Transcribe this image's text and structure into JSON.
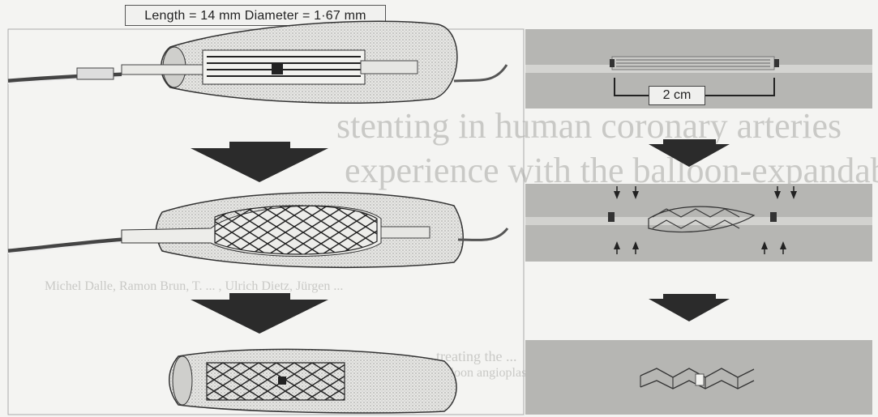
{
  "dimensions_label": "Length = 14 mm  Diameter = 1·67 mm",
  "scale_label": "2 cm",
  "background_text": {
    "line1": "...",
    "line2": "stenting in human coronary arteries",
    "line3": "experience with the balloon-expandabl",
    "line4": "Michel Dalle, Ramon Brun, T. ... , Ulrich Dietz, Jürgen ...",
    "line5": "... treating the ...",
    "line6": "... balloon angioplasty ..."
  },
  "icons": [
    "down-arrow-icon",
    "down-arrow-icon",
    "down-arrow-icon",
    "down-arrow-icon",
    "small-arrow-icon"
  ],
  "colors": {
    "arrow": "#2b2b2b",
    "photo_bg": "#b6b6b3",
    "paper": "#f4f4f2"
  }
}
